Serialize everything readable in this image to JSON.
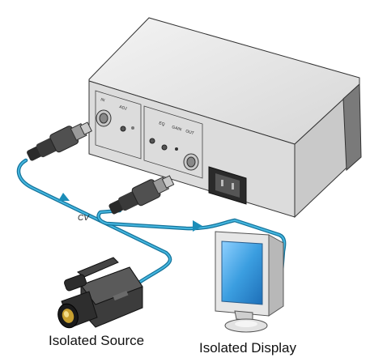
{
  "diagram": {
    "captions": {
      "source": "Isolated Source",
      "display": "Isolated Display"
    },
    "cable_labels": {
      "left": "CV",
      "right": "CV"
    },
    "panel_labels": {
      "in": "IN",
      "adj": "ADJ",
      "gain": "GAIN",
      "out": "OUT",
      "eq": "EQ"
    },
    "colors": {
      "cable": "#1c8db8",
      "screen": "#3b9ee0",
      "device_body": "#e3e3e3"
    }
  }
}
